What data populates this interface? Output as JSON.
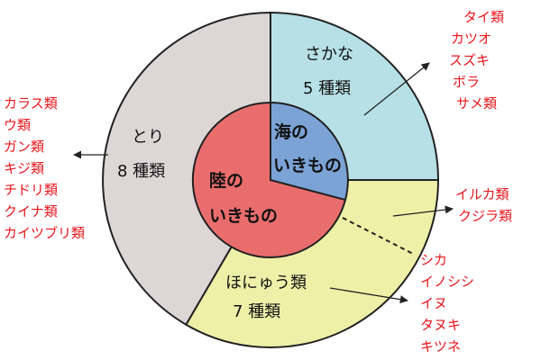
{
  "colors": {
    "birds_fill": "#dcd7d6",
    "fish_fill": "#b7e0e6",
    "mammals_fill": "#eef0a8",
    "land_core_fill": "#ea6d6d",
    "sea_core_fill": "#7ba3d6",
    "example_text": "#e8161b",
    "outline": "#222222"
  },
  "core": {
    "sea": {
      "line1": "海の",
      "line2": "いきもの"
    },
    "land": {
      "line1": "陸の",
      "line2": "いきもの"
    }
  },
  "groups": {
    "birds": {
      "name": "とり",
      "count": "8 種類",
      "examples": [
        "カラス類",
        "ウ類",
        "ガン類",
        "キジ類",
        "チドリ類",
        "クイナ類",
        "カイツブリ類"
      ]
    },
    "fish": {
      "name": "さかな",
      "count": "5 種類",
      "examples": [
        "タイ類",
        "カツオ",
        "スズキ",
        "ボラ",
        "サメ類"
      ]
    },
    "marine_mammals": {
      "examples": [
        "イルカ類",
        "クジラ類"
      ]
    },
    "land_mammals": {
      "name": "ほにゅう類",
      "count": "7 種類",
      "examples": [
        "シカ",
        "イノシシ",
        "イヌ",
        "タヌキ",
        "キツネ"
      ]
    }
  }
}
